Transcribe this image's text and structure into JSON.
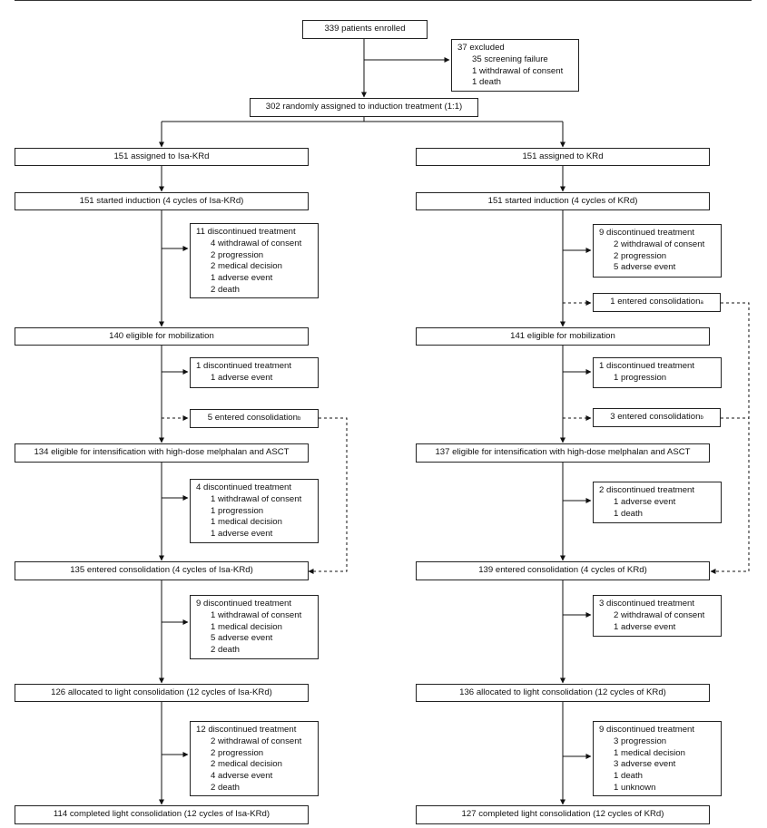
{
  "enrolled": "339 patients enrolled",
  "excluded": {
    "head": "37 excluded",
    "items": [
      "35 screening failure",
      "1 withdrawal of consent",
      "1 death"
    ]
  },
  "randomized": "302 randomly assigned to induction treatment (1:1)",
  "left": {
    "assigned": "151 assigned to Isa-KRd",
    "started": "151 started induction (4 cycles of Isa-KRd)",
    "disc1": {
      "head": "11 discontinued treatment",
      "items": [
        "4 withdrawal of consent",
        "2 progression",
        "2 medical decision",
        "1 adverse event",
        "2 death"
      ]
    },
    "eligible_mob": "140 eligible for mobilization",
    "disc2": {
      "head": "1 discontinued treatment",
      "items": [
        "1 adverse event"
      ]
    },
    "entered_cons_early": "5 entered consolidation",
    "entered_cons_early_sup": "b",
    "eligible_int": "134 eligible for intensification with high-dose melphalan and ASCT",
    "disc3": {
      "head": "4 discontinued treatment",
      "items": [
        "1 withdrawal of consent",
        "1 progression",
        "1 medical decision",
        "1 adverse event"
      ]
    },
    "entered_cons": "135 entered consolidation (4 cycles of Isa-KRd)",
    "disc4": {
      "head": "9 discontinued treatment",
      "items": [
        "1 withdrawal of consent",
        "1 medical decision",
        "5 adverse event",
        "2 death"
      ]
    },
    "allocated": "126 allocated to light consolidation (12 cycles of Isa-KRd)",
    "disc5": {
      "head": "12 discontinued treatment",
      "items": [
        "2 withdrawal of consent",
        "2 progression",
        "2 medical decision",
        "4 adverse event",
        "2 death"
      ]
    },
    "completed": "114 completed light consolidation (12 cycles of Isa-KRd)"
  },
  "right": {
    "assigned": "151 assigned to KRd",
    "started": "151 started induction (4 cycles of KRd)",
    "disc1": {
      "head": "9 discontinued treatment",
      "items": [
        "2 withdrawal of consent",
        "2 progression",
        "5 adverse event"
      ]
    },
    "entered_cons_a": "1 entered consolidation",
    "entered_cons_a_sup": "a",
    "eligible_mob": "141 eligible for mobilization",
    "disc2": {
      "head": "1 discontinued treatment",
      "items": [
        "1 progression"
      ]
    },
    "entered_cons_early": "3 entered consolidation",
    "entered_cons_early_sup": "b",
    "eligible_int": "137 eligible for intensification with high-dose melphalan and ASCT",
    "disc3": {
      "head": "2 discontinued treatment",
      "items": [
        "1 adverse event",
        "1 death"
      ]
    },
    "entered_cons": "139 entered consolidation (4 cycles of KRd)",
    "disc4": {
      "head": "3 discontinued treatment",
      "items": [
        "2 withdrawal of consent",
        "1 adverse event"
      ]
    },
    "allocated": "136 allocated to light consolidation (12 cycles of KRd)",
    "disc5": {
      "head": "9 discontinued treatment",
      "items": [
        "3 progression",
        "1 medical decision",
        "3 adverse event",
        "1 death",
        "1 unknown"
      ]
    },
    "completed": "127 completed light consolidation (12 cycles of KRd)"
  }
}
